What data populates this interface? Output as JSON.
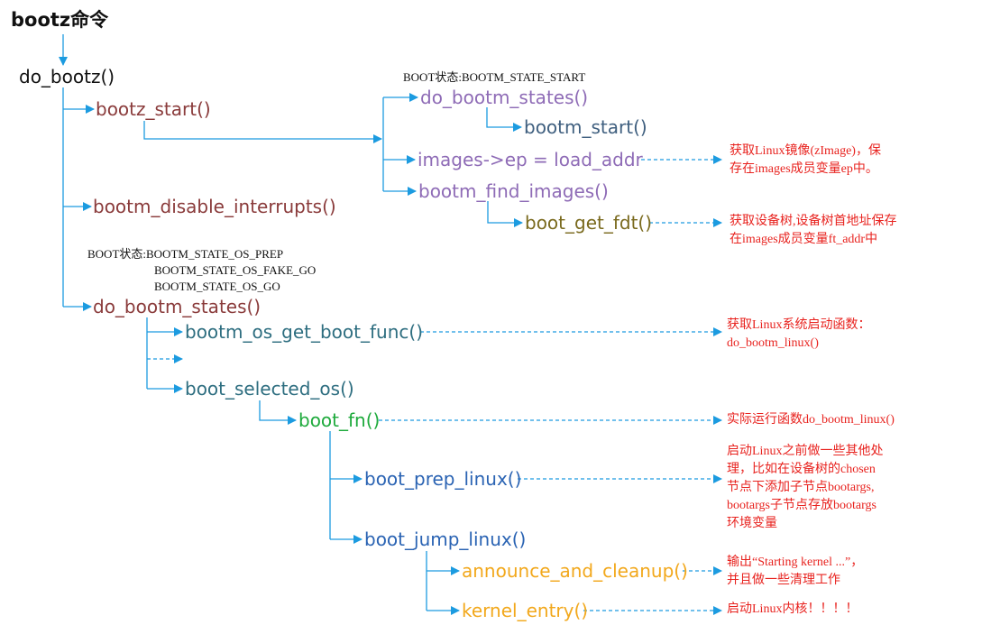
{
  "title": "bootz命令",
  "colors": {
    "arrow": "#1c9be0",
    "black": "#111111",
    "brown": "#8a3b3b",
    "purple": "#8e6bb6",
    "slate": "#3f5f7f",
    "olive": "#7a6a1e",
    "teal": "#2e6e80",
    "green": "#1eaa3c",
    "blue": "#2a63b3",
    "orange": "#f2a81c",
    "note": "#e8231f"
  },
  "nodes": {
    "do_bootz": "do_bootz()",
    "bootz_start": "bootz_start()",
    "bootm_disable_interrupts": "bootm_disable_interrupts()",
    "do_bootm_states_2": "do_bootm_states()",
    "do_bootm_states_1": "do_bootm_states()",
    "bootm_start": "bootm_start()",
    "images_ep": "images->ep = load_addr",
    "bootm_find_images": "bootm_find_images()",
    "boot_get_fdt": "boot_get_fdt()",
    "bootm_os_get_boot_func": "bootm_os_get_boot_func()",
    "boot_selected_os": "boot_selected_os()",
    "boot_fn": "boot_fn()",
    "boot_prep_linux": "boot_prep_linux()",
    "boot_jump_linux": "boot_jump_linux()",
    "announce_and_cleanup": "announce_and_cleanup()",
    "kernel_entry": "kernel_entry()"
  },
  "states": {
    "start": "BOOT状态:BOOTM_STATE_START",
    "os": [
      "BOOT状态:BOOTM_STATE_OS_PREP",
      "BOOTM_STATE_OS_FAKE_GO",
      "BOOTM_STATE_OS_GO"
    ]
  },
  "notes": {
    "images_ep": [
      "获取Linux镜像(zImage)，保",
      "存在images成员变量ep中。"
    ],
    "boot_get_fdt": [
      "获取设备树,设备树首地址保存",
      "在images成员变量ft_addr中"
    ],
    "boot_func": [
      "获取Linux系统启动函数：",
      "do_bootm_linux()"
    ],
    "boot_fn": [
      "实际运行函数do_bootm_linux()"
    ],
    "boot_prep": [
      "启动Linux之前做一些其他处",
      "理，比如在设备树的chosen",
      "节点下添加子节点bootargs,",
      "bootargs子节点存放bootargs",
      "环境变量"
    ],
    "announce": [
      "输出“Starting kernel ...”，",
      "并且做一些清理工作"
    ],
    "kernel_entry": [
      "启动Linux内核！！！！"
    ]
  }
}
